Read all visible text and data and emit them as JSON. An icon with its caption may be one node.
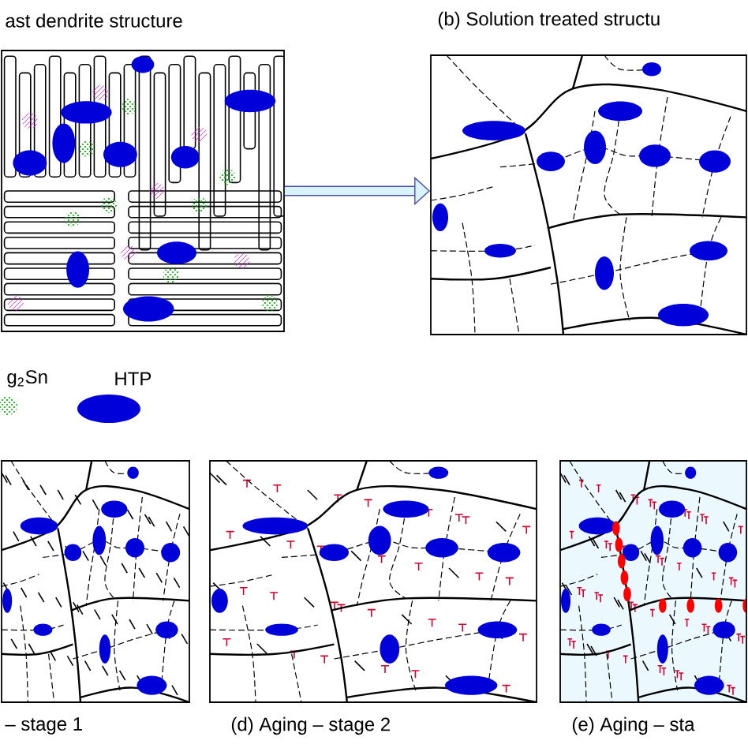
{
  "diagram": {
    "nodes": [
      {
        "text": [
          "ast dendrite structure"
        ]
      },
      {
        "text": [
          "(b) Solution treated structu"
        ]
      },
      {
        "text": [
          "– stage 1"
        ]
      },
      {
        "text": [
          "(d) Aging – stage 2"
        ]
      },
      {
        "text": [
          "(e) Aging – sta"
        ]
      }
    ],
    "edges": [
      {
        "from": 0,
        "to": 1,
        "arrow": "to"
      }
    ],
    "legend": [
      {
        "text": "g$_{2}$Sn"
      },
      {
        "text": "HTP"
      }
    ]
  }
}
